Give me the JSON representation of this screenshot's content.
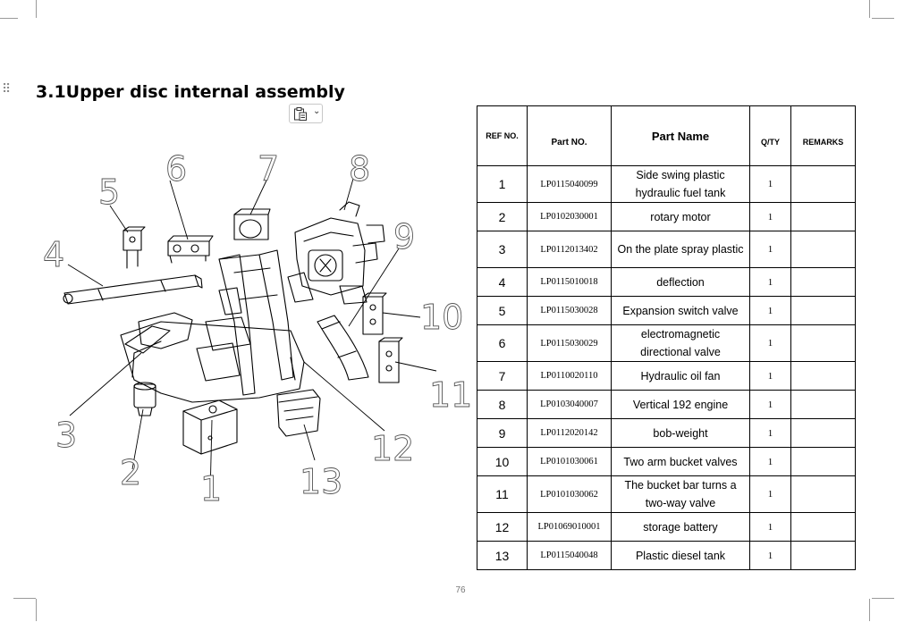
{
  "section_title": "3.1Upper disc internal assembly",
  "toolbar": {
    "icon": "clipboard-paste-icon",
    "caret": "⌄"
  },
  "diagram": {
    "callouts": [
      "1",
      "2",
      "3",
      "4",
      "5",
      "6",
      "7",
      "8",
      "9",
      "10",
      "11",
      "12",
      "13"
    ]
  },
  "table": {
    "headers": {
      "ref": "REF NO.",
      "part_no": "Part NO.",
      "name": "Part Name",
      "qty": "Q/TY",
      "remarks": "REMARKS"
    },
    "rows": [
      {
        "ref": "1",
        "part_no": "LP0115040099",
        "name": "Side swing plastic hydraulic fuel tank",
        "qty": "1",
        "remarks": ""
      },
      {
        "ref": "2",
        "part_no": "LP0102030001",
        "name": "rotary motor",
        "qty": "1",
        "remarks": ""
      },
      {
        "ref": "3",
        "part_no": "LP0112013402",
        "name": "On the plate spray plastic",
        "qty": "1",
        "remarks": ""
      },
      {
        "ref": "4",
        "part_no": "LP0115010018",
        "name": "deflection",
        "qty": "1",
        "remarks": ""
      },
      {
        "ref": "5",
        "part_no": "LP0115030028",
        "name": "Expansion switch valve",
        "qty": "1",
        "remarks": ""
      },
      {
        "ref": "6",
        "part_no": "LP0115030029",
        "name": "electromagnetic directional valve",
        "qty": "1",
        "remarks": ""
      },
      {
        "ref": "7",
        "part_no": "LP0110020110",
        "name": "Hydraulic oil fan",
        "qty": "1",
        "remarks": ""
      },
      {
        "ref": "8",
        "part_no": "LP0103040007",
        "name": "Vertical 192 engine",
        "qty": "1",
        "remarks": ""
      },
      {
        "ref": "9",
        "part_no": "LP0112020142",
        "name": "bob-weight",
        "qty": "1",
        "remarks": ""
      },
      {
        "ref": "10",
        "part_no": "LP0101030061",
        "name": "Two arm bucket valves",
        "qty": "1",
        "remarks": ""
      },
      {
        "ref": "11",
        "part_no": "LP0101030062",
        "name": "The bucket bar turns a two-way valve",
        "qty": "1",
        "remarks": ""
      },
      {
        "ref": "12",
        "part_no": "LP01069010001",
        "name": "storage battery",
        "qty": "1",
        "remarks": ""
      },
      {
        "ref": "13",
        "part_no": "LP0115040048",
        "name": "Plastic diesel tank",
        "qty": "1",
        "remarks": ""
      }
    ]
  },
  "page_number": "76"
}
